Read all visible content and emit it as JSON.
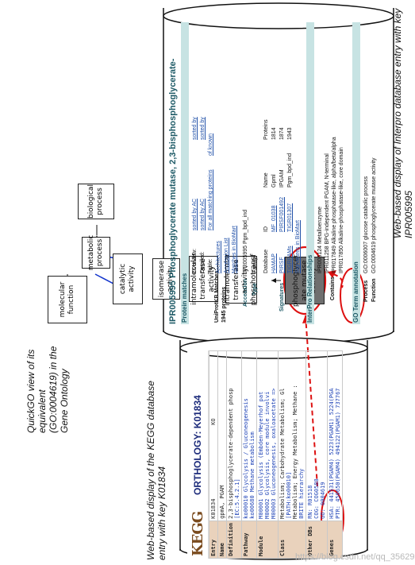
{
  "labels": {
    "interpro_caption": "Web-based display of Interpro database entry with key IPR005995",
    "quickgo_caption": "QuickGO view of its equivalent (GO:0004619) in the Gene Ontology",
    "kegg_caption": "Web-based display of the KEGG database entry with key K01834"
  },
  "go_nodes": {
    "biological_process": "biological process",
    "metabolic_process": "metabolic process",
    "molecular_function": "molecular function",
    "catalytic_activity": "catalytic activity",
    "isomerase_activity": "isomerase activity",
    "intramolecular_transferase": "intramolecular transferase activity",
    "intramolecular_phospho": "intramolecular transferase activity, phosphotransf",
    "phosphoglycerate_mutase": "phosphoglycer ate mutase activity"
  },
  "kegg": {
    "logo": "KEGG",
    "title": "ORTHOLOGY: K01834",
    "rows": [
      {
        "key": "Entry",
        "val": "K01834",
        "extra": "KO"
      },
      {
        "key": "Name",
        "val": "gpmA, PGAM",
        "extra": ""
      },
      {
        "key": "Definition",
        "val": "2,3-bisphosphoglycerate-dependent phosp",
        "extra": "[EC:5.4.2.1]"
      },
      {
        "key": "Pathway",
        "val": "ko00010  Glycolysis / Gluconeogenesis",
        "extra": "ko00680  Methane metabolism"
      },
      {
        "key": "Module",
        "val": "M00001  Glycolysis (Embden-Meyerhof pat",
        "extra": "M00002  Glycolysis, core module involvi"
      },
      {
        "key": "",
        "val": "M00003  Gluconeogenesis, oxaloacetate =>",
        "extra": ""
      },
      {
        "key": "Class",
        "val": "Metabolism; Carbohydrate Metabolism; Gl",
        "extra": "[PATH:ko00010]"
      },
      {
        "key": "",
        "val": "Metabolism; Energy Metabolism; Methane :",
        "extra": "BRITE hierarchy"
      },
      {
        "key": "Other DBs",
        "val": "RN: R01518",
        "extra": "COG: COG0588"
      },
      {
        "key": "",
        "val": "GO: 0004619",
        "extra": ""
      },
      {
        "key": "Genes",
        "val": "HSA: 441531(PGAM4) 5223(PGAM1) 5224(PGA",
        "extra": "PTR: 450650(PGAM4) 494122(PGAM1) 737767"
      }
    ]
  },
  "interpro": {
    "title": "IPR005995 Phosphoglycerate mutase, 2,3-bisphosphoglycerate-",
    "protein_matches": "Protein matches",
    "uniprot_label": "UniProtKB Matches:",
    "uniprot_count": "1945 proteins",
    "overview": [
      "Overview:",
      "sorted by AC",
      "sorted by"
    ],
    "detailed": [
      "Detailed:",
      "sorted by AC",
      "sorted by"
    ],
    "table": [
      "Table:",
      "For all matching proteins",
      "of known"
    ],
    "architectures": "Architectures",
    "accession_list": "Accession List",
    "biomart1": "Matches in BioMart",
    "accession_label": "Accession",
    "accession_value": "IPR005995 Pgm_bpd_ind",
    "type_label": "Type",
    "type_value": "Family",
    "sig_header": [
      "Database",
      "ID",
      "Name",
      "Proteins"
    ],
    "sig_rows": [
      [
        "HAMAP",
        "MF_01038",
        "Gpml",
        "1814"
      ],
      [
        "PIRSF",
        "PIRSF001492",
        "IPGAM",
        "1874"
      ],
      [
        "TIGRFAMs",
        "TIGR01307",
        "Pgm_bpd_ind",
        "1943"
      ]
    ],
    "signatures_label": "Signatures",
    "biomart2": "Signatures in BioMart",
    "relationships": "InterPro Relationships",
    "contains_label": "Contains",
    "contains": [
      "IPR006124 Metalloenzyme",
      "IPR011258 BPG-independent PGAM, N-terminal",
      "IPR017849 Alkaline phosphatase-like, alpha/beta/alpha",
      "IPR017850 Alkaline-phosphatase-like, core domain"
    ],
    "go_annotation": "GO Term annotation",
    "process_label": "Process",
    "process_value": "GO:0006007 glucose catabolic process",
    "function_label": "Function",
    "function_value": "GO:0004619 phosphoglycerate mutase activity"
  },
  "watermark": "https://blog.csdn.net/qq_35629729"
}
